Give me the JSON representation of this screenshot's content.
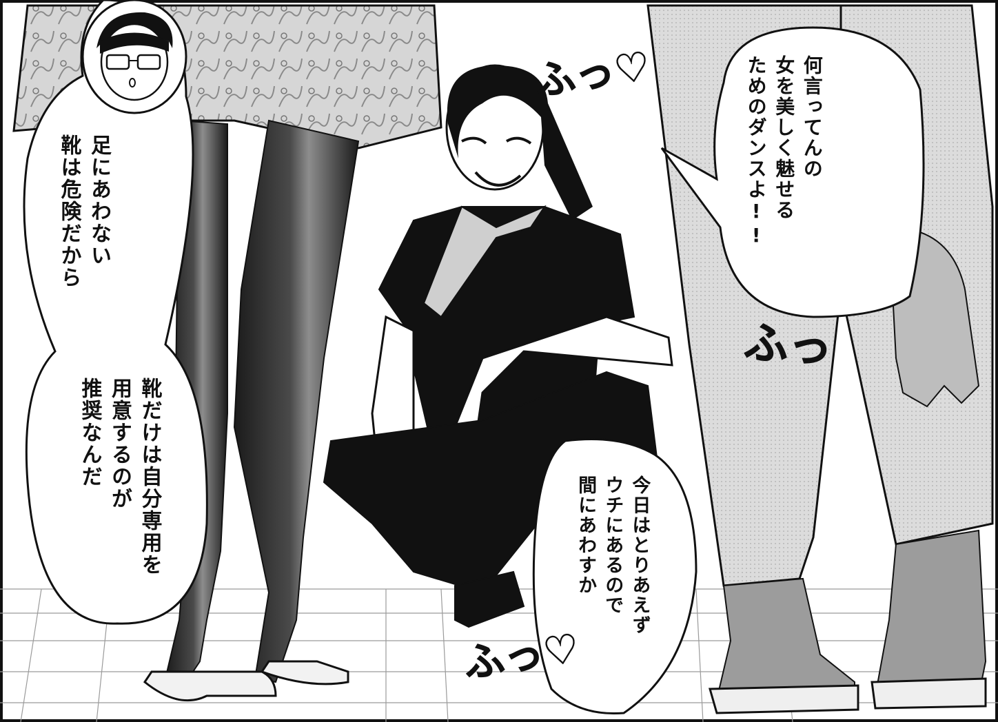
{
  "bubbles": {
    "left_top": "足にあわない\n靴は危険だから",
    "left_bottom": "靴だけは自分専用を\n用意するのが\n推奨なんだ",
    "right_top": "何言ってんの\n女を美しく魅せる\nためのダンスよ!!",
    "center_bottom": "今日はとりあえず\nウチにあるので\n間にあわすか"
  },
  "sfx": {
    "top": "ふっ♡",
    "right": "ふっ",
    "bottom": "ふっ♡"
  },
  "colors": {
    "ink": "#111111",
    "screentone_light": "#d8d8d8",
    "screentone_mid": "#9a9a9a",
    "tights": "#2a2a2a",
    "paper": "#ffffff"
  }
}
